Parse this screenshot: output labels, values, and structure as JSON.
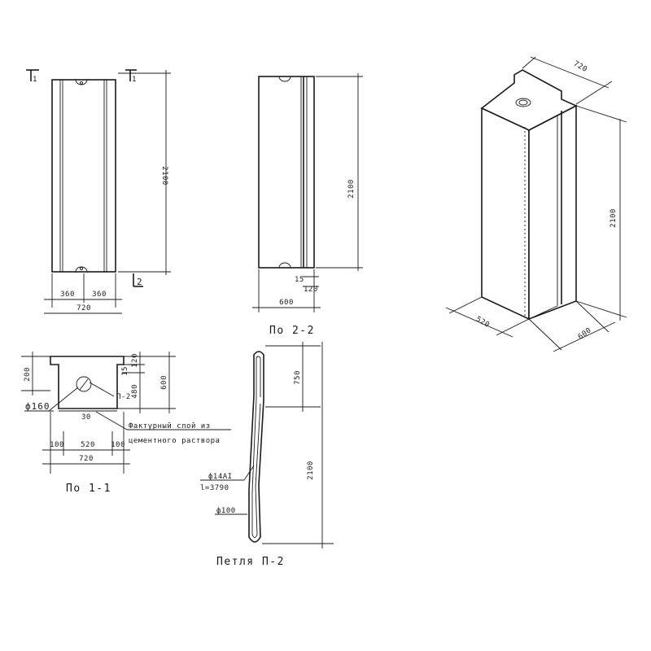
{
  "elevation_1": {
    "section_marks": [
      "1",
      "1",
      "2"
    ],
    "height": "2100",
    "widths": [
      "360",
      "360"
    ],
    "total_width": "720"
  },
  "elevation_2": {
    "height": "2100",
    "small_dims": [
      "15",
      "120"
    ],
    "width": "600",
    "caption": "По 2-2"
  },
  "section_1": {
    "dims_left": "200",
    "dims_right": [
      "120",
      "15",
      "480",
      "600"
    ],
    "hole_label": "ф160",
    "loop_label": "П-2",
    "small_dim": "30",
    "facing_note": [
      "Фактурный слой из",
      "цементного раствора"
    ],
    "bottom_widths": [
      "100",
      "520",
      "100"
    ],
    "total_width": "720",
    "caption": "По 1-1"
  },
  "loop": {
    "dim_top": "750",
    "dim_total": "2100",
    "bar_label": [
      "ф14АI",
      "l=3790"
    ],
    "bend_label": "ф100",
    "caption": "Петля П-2"
  },
  "isometric": {
    "dim_top": "720",
    "dim_height": "2100",
    "dim_left": "520",
    "dim_right": "600"
  }
}
